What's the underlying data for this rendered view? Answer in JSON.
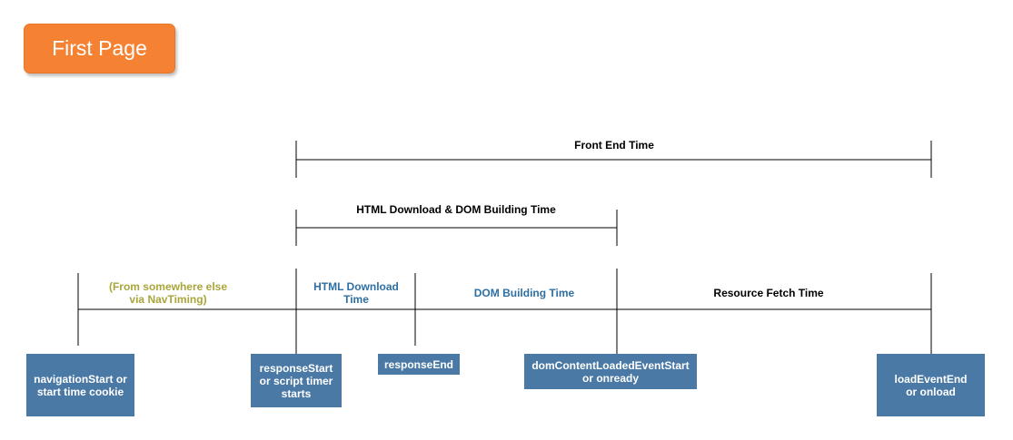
{
  "title": "First Page",
  "spans": {
    "front_end": "Front End Time",
    "html_dom": "HTML Download & DOM Building Time"
  },
  "segments": {
    "from_elsewhere": "(From somewhere else\nvia NavTiming)",
    "html_download": "HTML Download\nTime",
    "dom_building": "DOM Building Time",
    "resource_fetch": "Resource Fetch Time"
  },
  "events": {
    "navigation_start": "navigationStart or\nstart time cookie",
    "response_start": "responseStart\nor script timer\nstarts",
    "response_end": "responseEnd",
    "dom_content_loaded": "domContentLoadedEventStart\nor onready",
    "load_event_end": "loadEventEnd\nor onload"
  },
  "colors": {
    "title_bg": "#f58232",
    "box_bg": "#4a79a5",
    "olive_text": "#a9a53a",
    "blue_text": "#2e6fa3",
    "line": "#000000"
  }
}
